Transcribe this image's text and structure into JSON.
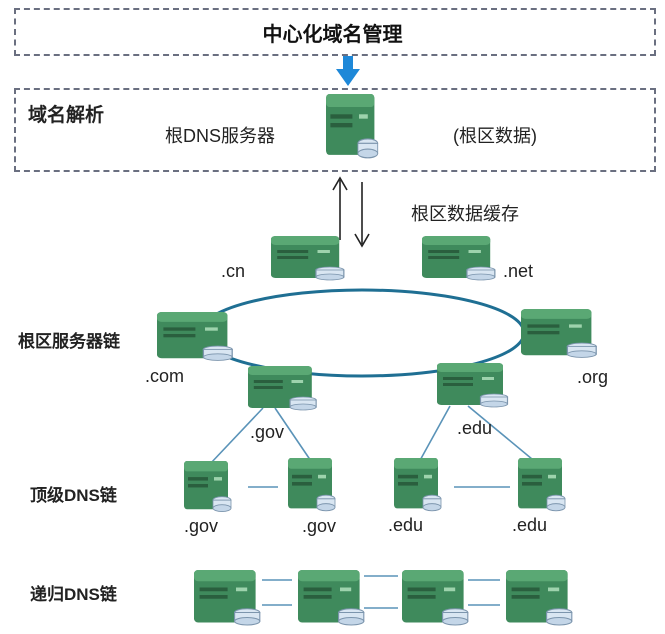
{
  "title": "中心化域名管理",
  "resolution": {
    "label": "域名解析",
    "root_server_label": "根DNS服务器",
    "root_zone_label": "(根区数据)",
    "cache_label": "根区数据缓存"
  },
  "chains": {
    "root_chain": "根区服务器链",
    "tld_chain": "顶级DNS链",
    "recursive_chain": "递归DNS链"
  },
  "ring_servers": [
    ".cn",
    ".net",
    ".com",
    ".org",
    ".gov",
    ".edu"
  ],
  "tld_servers": [
    ".gov",
    ".gov",
    ".edu",
    ".edu"
  ],
  "colors": {
    "server_body": "#3f8a5c",
    "server_dark": "#2d6b45",
    "ring": "#1f6f93",
    "arrow_blue": "#1e88d8",
    "link": "#5a93b8"
  }
}
